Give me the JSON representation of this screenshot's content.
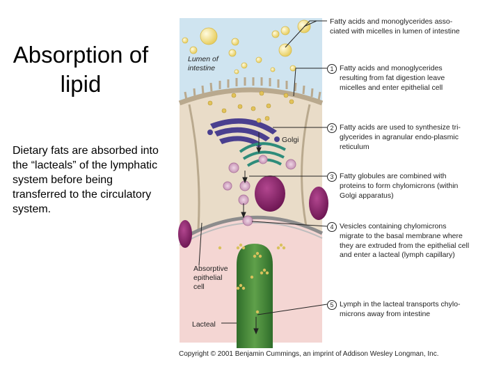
{
  "slide": {
    "title": "Absorption of lipid",
    "body": "Dietary fats are absorbed into the “lacteals” of the lymphatic system before being transferred to the circulatory system."
  },
  "diagram": {
    "region_labels": {
      "lumen": [
        "Lumen of",
        "intestine"
      ],
      "golgi": "Golgi",
      "epithelial": [
        "Absorptive",
        "epithelial",
        "cell"
      ],
      "lacteal": "Lacteal"
    },
    "top_note": [
      "Fatty acids and monoglycerides asso-",
      "ciated with micelles in lumen of intestine"
    ],
    "steps": [
      {
        "num": "1",
        "lines": [
          "Fatty acids and monoglycerides",
          "resulting from fat digestion leave",
          "micelles and enter epithelial cell"
        ]
      },
      {
        "num": "2",
        "lines": [
          "Fatty acids are used to synthesize tri-",
          "glycerides in agranular endo-plasmic",
          "reticulum"
        ]
      },
      {
        "num": "3",
        "lines": [
          "Fatty globules are combined with",
          "proteins to form chylomicrons (within",
          "Golgi apparatus)"
        ]
      },
      {
        "num": "4",
        "lines": [
          "Vesicles containing chylomicrons",
          "migrate to the basal membrane where",
          "they are extruded from the epithelial cell",
          "and enter a lacteal (lymph capillary)"
        ]
      },
      {
        "num": "5",
        "lines": [
          "Lymph in the lacteal transports chylo-",
          "microns away from intestine"
        ]
      }
    ],
    "copyright": "Copyright © 2001 Benjamin Cummings, an imprint of Addison Wesley Longman, Inc.",
    "colors": {
      "lumen": "#cfe4f0",
      "cytoplasm": "#e9dcc8",
      "basal_tissue": "#f4d6d3",
      "lacteal": "#4f8a3c",
      "golgi": "#4a3f8f",
      "er": "#2e8c7a",
      "nucleus": "#8a1f6a",
      "fat_droplet": "#f1e08a"
    }
  }
}
